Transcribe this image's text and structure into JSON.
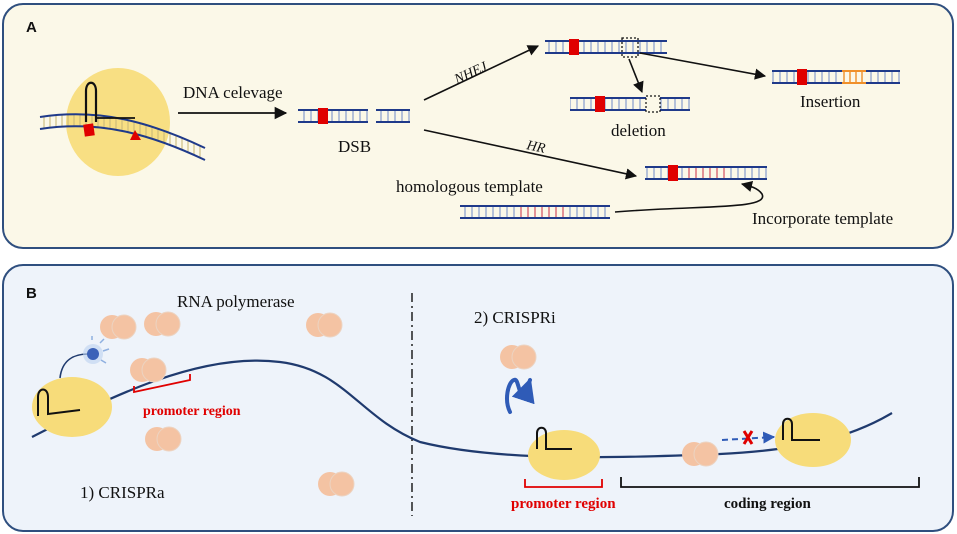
{
  "panel_a": {
    "letter": "A",
    "label_cleavage": "DNA celevage",
    "label_dsb": "DSB",
    "label_nhej": "NHEJ",
    "label_hr": "HR",
    "label_deletion": "deletion",
    "label_insertion": "Insertion",
    "label_homologous": "homologous template",
    "label_incorporate": "Incorporate template"
  },
  "panel_b": {
    "letter": "B",
    "label_rnap": "RNA polymerase",
    "label_crispri": "2) CRISPRi",
    "label_crispra": "1) CRISPRa",
    "label_promoter_left": "promoter region",
    "label_promoter_right": "promoter region",
    "label_coding": "coding region"
  },
  "colors": {
    "panel_a_bg": "#fbf8e8",
    "panel_b_bg": "#eef3fa",
    "panel_border": "#2f4f7f",
    "dna_blue": "#1f3a8a",
    "cas9_yellow": "#f7dc7a",
    "mark_red": "#e00000",
    "polymerase": "#f4c3a3",
    "insert_orange": "#f0902a"
  }
}
